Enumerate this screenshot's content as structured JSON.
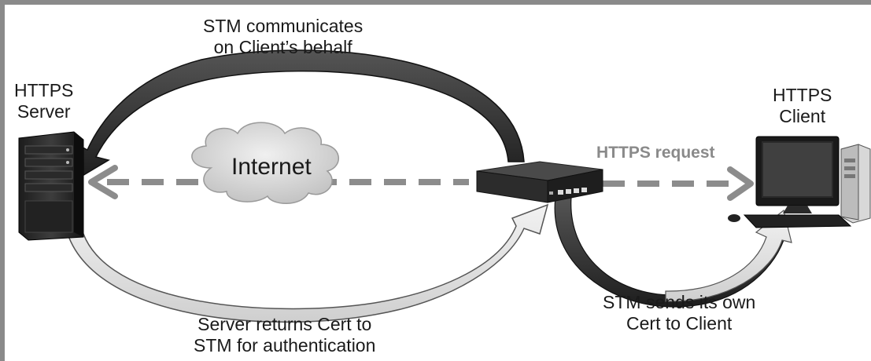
{
  "nodes": {
    "server": {
      "line1": "HTTPS",
      "line2": "Server"
    },
    "client": {
      "line1": "HTTPS",
      "line2": "Client"
    },
    "cloud": {
      "label": "Internet"
    }
  },
  "arrows": {
    "https_request": "HTTPS request"
  },
  "captions": {
    "top": {
      "line1": "STM communicates",
      "line2": "on Client’s behalf"
    },
    "bottom_left": {
      "line1": "Server returns Cert to",
      "line2": "STM for authentication"
    },
    "bottom_right": {
      "line1": "STM sends its own",
      "line2": "Cert to Client"
    }
  },
  "colors": {
    "dark_arrow": "#2e2e2e",
    "light_arrow": "#e6e6e6",
    "dashed": "#8c8c8c",
    "cloud": "#d0d0d0"
  }
}
